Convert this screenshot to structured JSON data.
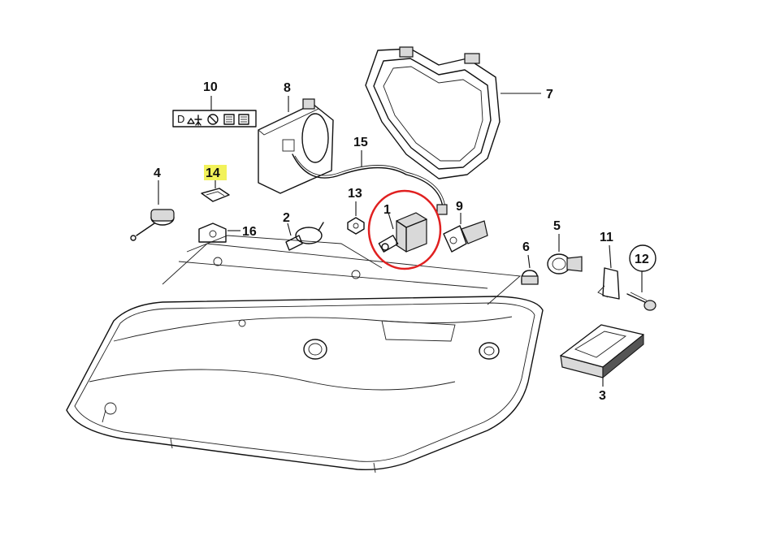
{
  "callouts": {
    "c1": "1",
    "c2": "2",
    "c3": "3",
    "c4": "4",
    "c5": "5",
    "c6": "6",
    "c7": "7",
    "c8": "8",
    "c9": "9",
    "c10": "10",
    "c11": "11",
    "c12": "12",
    "c13": "13",
    "c14": "14",
    "c15": "15",
    "c16": "16"
  },
  "label_plate": {
    "text": "D"
  },
  "colors": {
    "highlight": "#f2f25a",
    "selection_circle": "#e02020"
  }
}
